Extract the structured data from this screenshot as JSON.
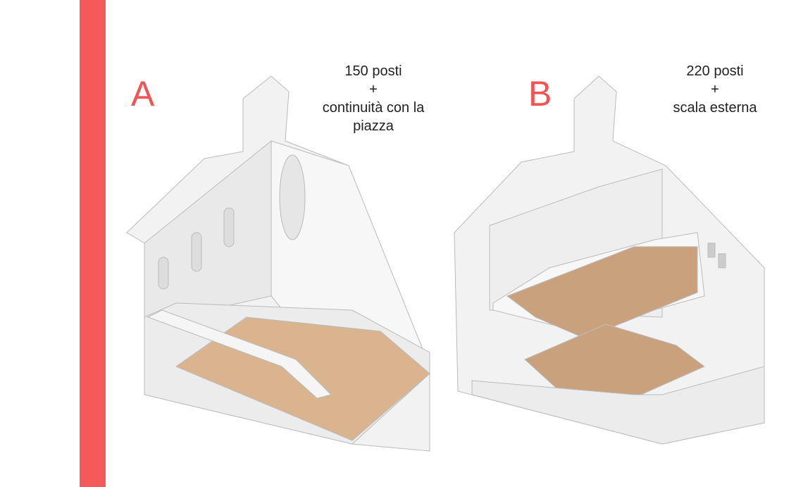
{
  "options": [
    {
      "letter": "A",
      "seats": "150 posti",
      "plus": "+",
      "feature": "continuità con la",
      "feature_cont": "piazza"
    },
    {
      "letter": "B",
      "seats": "220 posti",
      "plus": "+",
      "feature": "scala esterna"
    }
  ],
  "colors": {
    "accent": "#f55a5a",
    "wood": "#d9b48e",
    "wall": "#efefef"
  }
}
